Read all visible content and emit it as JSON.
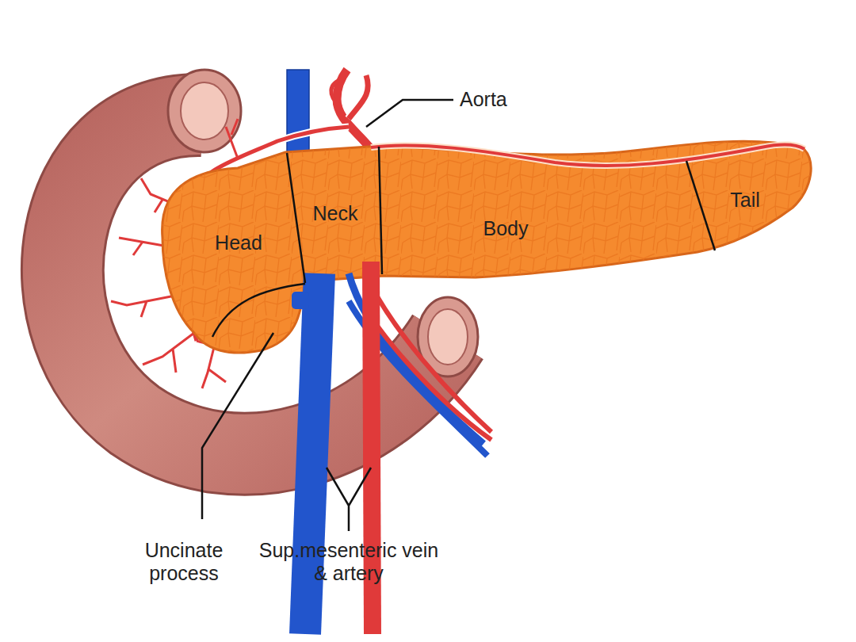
{
  "diagram": {
    "labels": [
      "Aorta",
      "Neck",
      "Body",
      "Tail",
      "Head",
      "Uncinate process",
      "Sup.mesenteric vein & artery"
    ]
  }
}
